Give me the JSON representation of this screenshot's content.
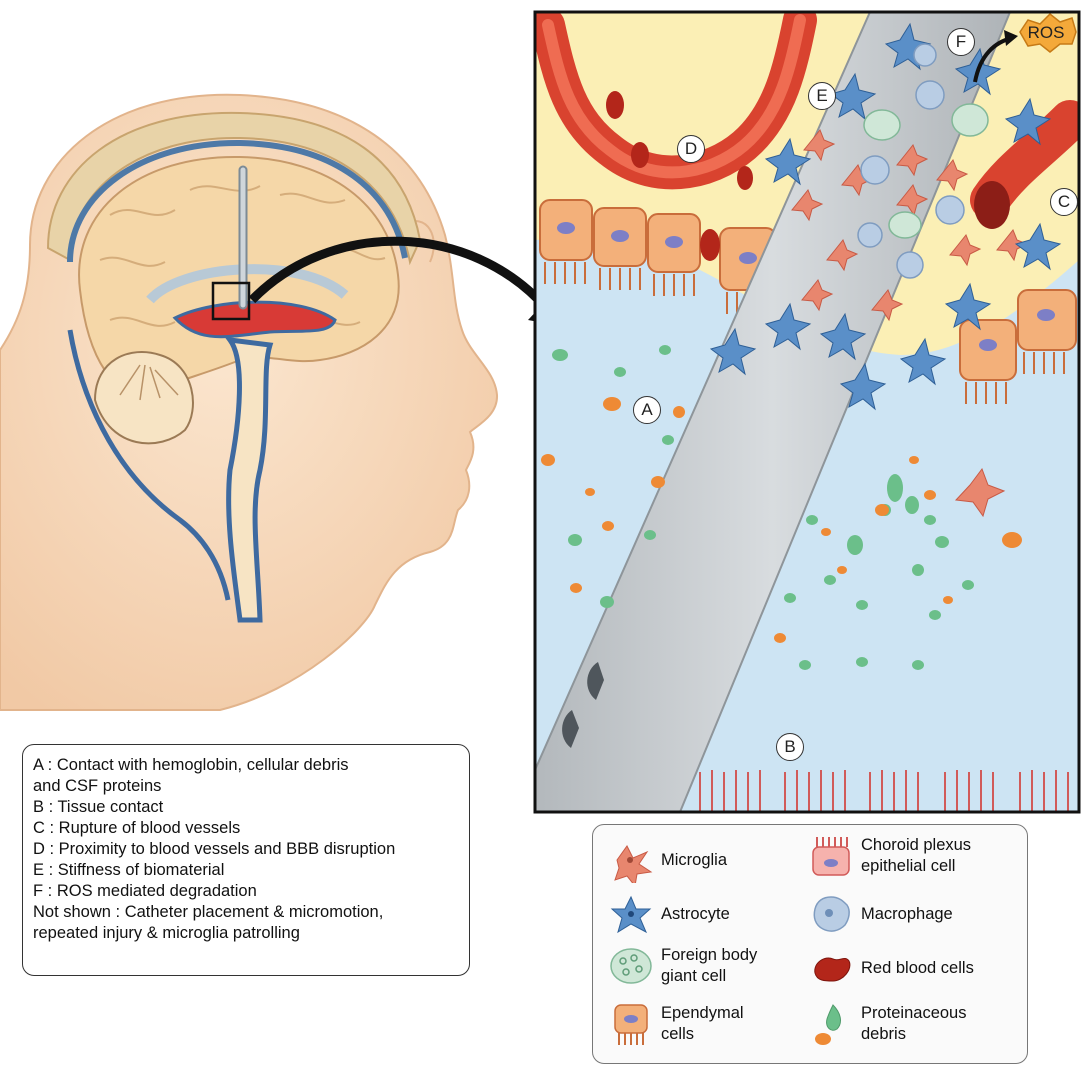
{
  "markers": {
    "A": "A",
    "B": "B",
    "C": "C",
    "D": "D",
    "E": "E",
    "F": "F",
    "ros": "ROS"
  },
  "caption": {
    "lines": [
      "A : Contact with hemoglobin, cellular debris",
      "and CSF proteins",
      "B : Tissue contact",
      "C : Rupture of blood vessels",
      "D : Proximity to blood vessels and BBB disruption",
      "E : Stiffness of biomaterial",
      "F : ROS mediated degradation",
      "Not shown : Catheter placement & micromotion,",
      "repeated injury & microglia patrolling"
    ]
  },
  "legend": {
    "items": [
      {
        "label": "Microglia",
        "icon": "microglia-icon"
      },
      {
        "label": "Choroid plexus\nepithelial cell",
        "icon": "choroid-plexus-icon"
      },
      {
        "label": "Astrocyte",
        "icon": "astrocyte-icon"
      },
      {
        "label": "Macrophage",
        "icon": "macrophage-icon"
      },
      {
        "label": "Foreign body\ngiant cell",
        "icon": "foreign-body-giant-cell-icon"
      },
      {
        "label": "Red blood cells",
        "icon": "red-blood-cell-icon"
      },
      {
        "label": "Ependymal\ncells",
        "icon": "ependymal-cell-icon"
      },
      {
        "label": "Proteinaceous\ndebris",
        "icon": "proteinaceous-debris-icon"
      }
    ]
  },
  "colors": {
    "skin": "#f7dcc0",
    "ventricle_csf": "#cde4f3",
    "brain_tissue": "#fbefb5",
    "blood_vessel": "#d9432f",
    "catheter": "#c4c9cd",
    "microglia": "#e8866e",
    "astrocyte": "#5a8fc8",
    "debris_green": "#6bbf8a",
    "debris_orange": "#ee8a35"
  }
}
